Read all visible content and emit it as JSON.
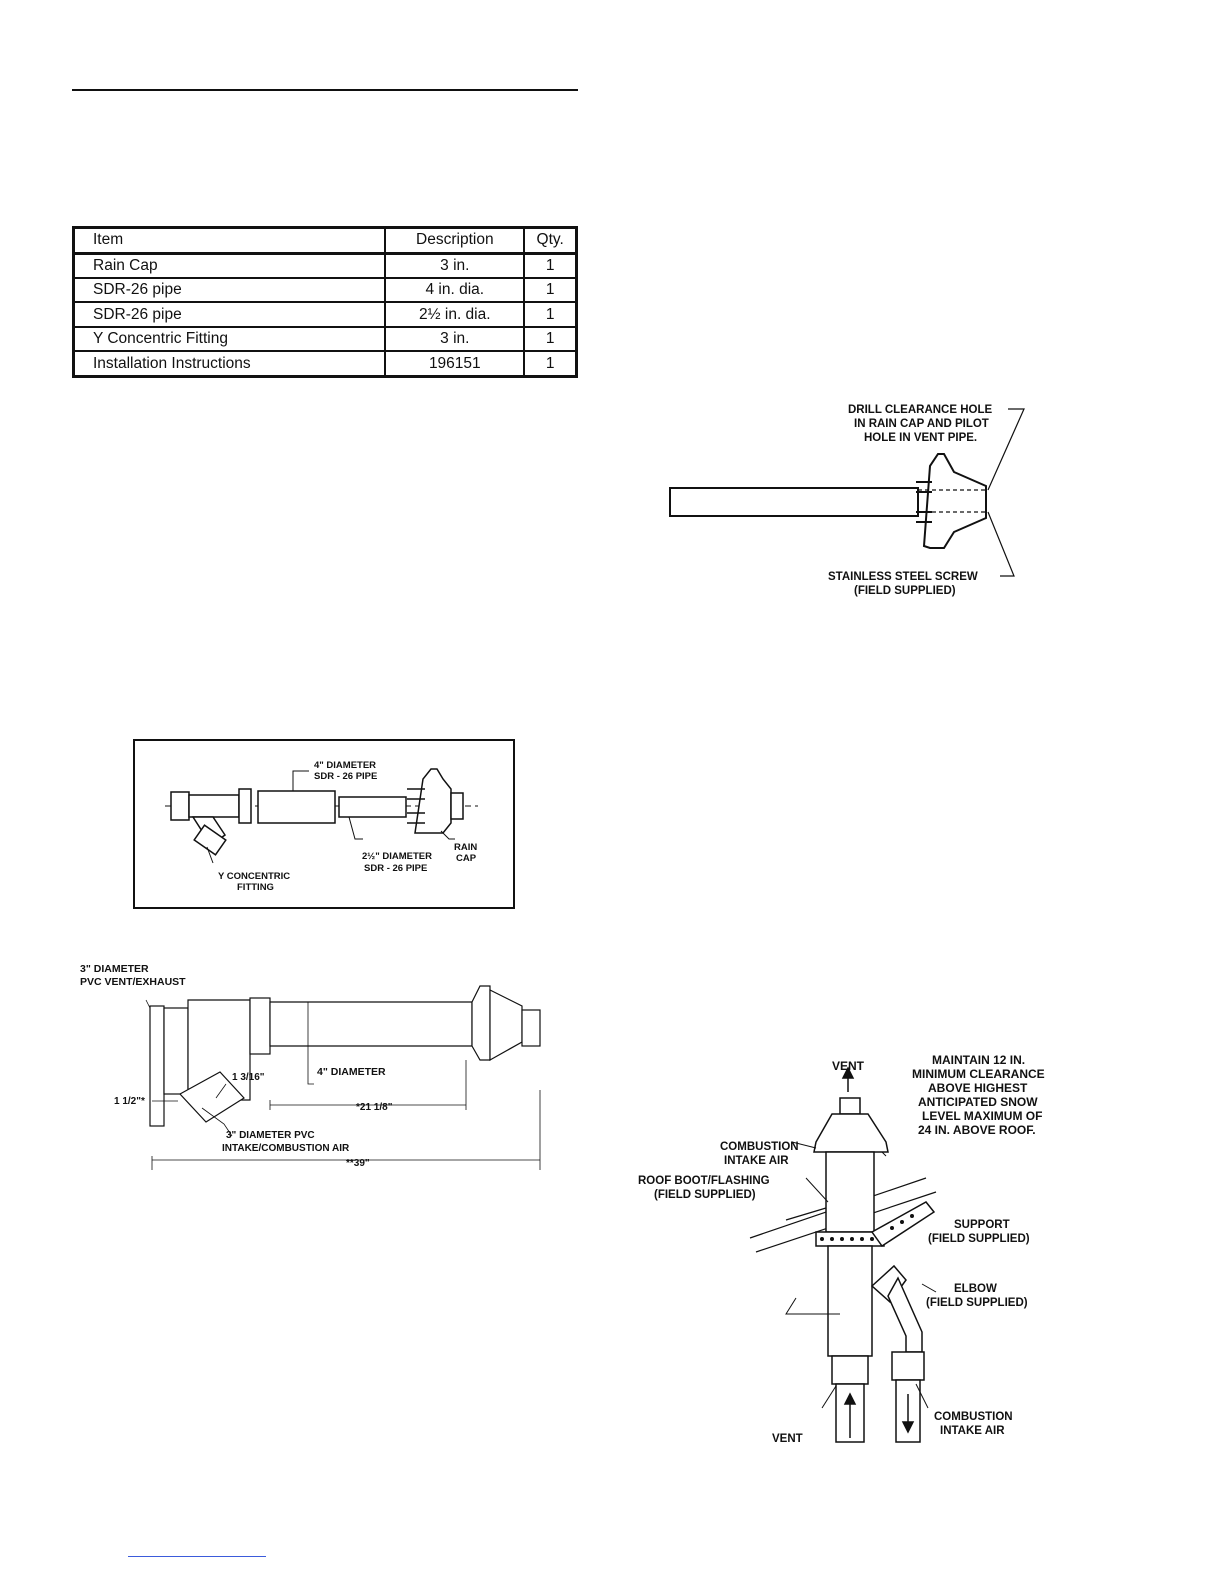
{
  "parts_table": {
    "headers": [
      "Item",
      "Description",
      "Qty."
    ],
    "rows": [
      [
        "Rain Cap",
        "3 in.",
        "1"
      ],
      [
        "SDR-26 pipe",
        "4 in. dia.",
        "1"
      ],
      [
        "SDR-26 pipe",
        "2½ in. dia.",
        "1"
      ],
      [
        "Y Concentric Fitting",
        "3 in.",
        "1"
      ],
      [
        "Installation Instructions",
        "196151",
        "1"
      ]
    ]
  },
  "kit_diagram": {
    "pipe4_line1": "4\" DIAMETER",
    "pipe4_line2": "SDR - 26 PIPE",
    "pipe25_line1": "2½\" DIAMETER",
    "pipe25_line2": "SDR - 26 PIPE",
    "raincap_line1": "RAIN",
    "raincap_line2": "CAP",
    "y_line1": "Y CONCENTRIC",
    "y_line2": "FITTING"
  },
  "dimension_diagram": {
    "vent_line1": "3\" DIAMETER",
    "vent_line2": "PVC VENT/EXHAUST",
    "dia_label": "4\" DIAMETER",
    "dim_1_3_16": "1 3/16\"",
    "dim_1_1_2": "1 1/2\"*",
    "dim_21_1_8": "*21 1/8\"",
    "dim_39": "**39\"",
    "intake_line1": "3\" DIAMETER PVC",
    "intake_line2": "INTAKE/COMBUSTION AIR"
  },
  "raincap_diagram": {
    "drill_line1": "DRILL CLEARANCE HOLE",
    "drill_line2": "IN RAIN CAP AND PILOT",
    "drill_line3": "HOLE IN VENT PIPE.",
    "screw_line1": "STAINLESS STEEL SCREW",
    "screw_line2": "(FIELD SUPPLIED)"
  },
  "roof_diagram": {
    "vent_top": "VENT",
    "maintain_lines": [
      "MAINTAIN 12 IN.",
      "MINIMUM CLEARANCE",
      "ABOVE HIGHEST",
      "ANTICIPATED SNOW",
      "LEVEL MAXIMUM OF",
      "24 IN. ABOVE ROOF."
    ],
    "combustion_line1": "COMBUSTION",
    "combustion_line2": "INTAKE AIR",
    "roofboot_line1": "ROOF BOOT/FLASHING",
    "roofboot_line2": "(FIELD SUPPLIED)",
    "support_line1": "SUPPORT",
    "support_line2": "(FIELD SUPPLIED)",
    "elbow_line1": "ELBOW",
    "elbow_line2": "(FIELD SUPPLIED)",
    "vent_bottom": "VENT",
    "intake_bottom_line1": "COMBUSTION",
    "intake_bottom_line2": "INTAKE AIR"
  }
}
